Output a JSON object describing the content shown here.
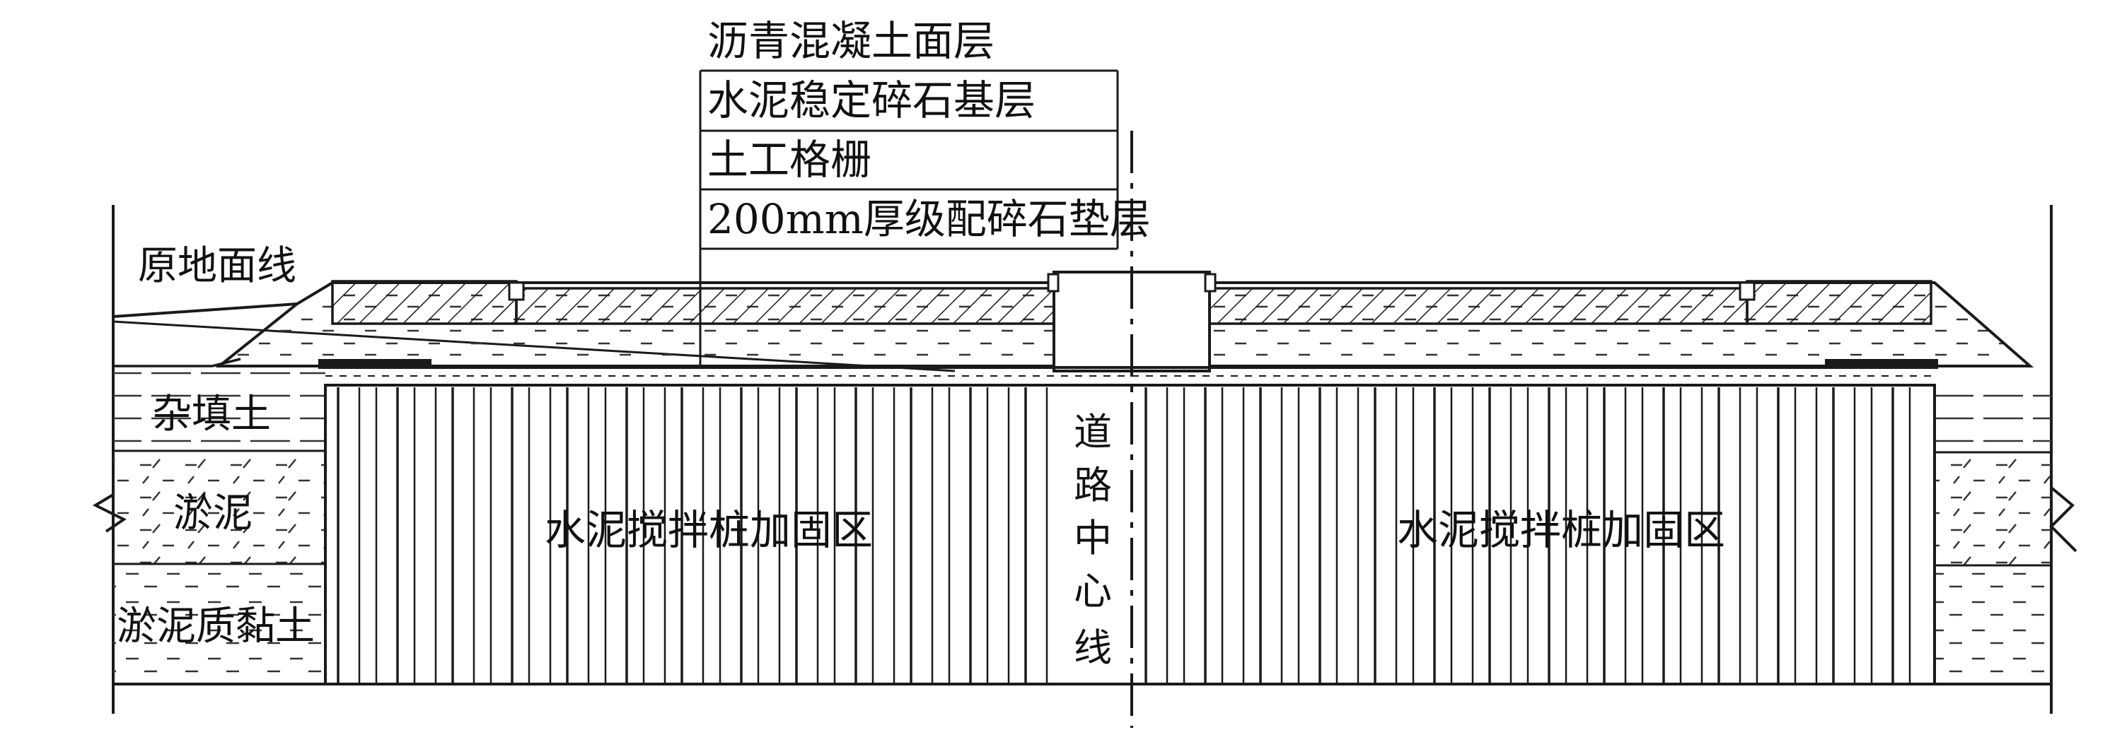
{
  "layers": {
    "asphalt": "沥青混凝土面层",
    "cement_base": "水泥稳定碎石基层",
    "geogrid": "土工格栅",
    "gravel_cushion": "200mm厚级配碎石垫层"
  },
  "ground": {
    "original_line": "原地面线"
  },
  "soils": {
    "fill": "杂填土",
    "silt": "淤泥",
    "silty_clay": "淤泥质黏土"
  },
  "zones": {
    "left": "水泥搅拌桩加固区",
    "right": "水泥搅拌桩加固区"
  },
  "centerline": [
    "道",
    "路",
    "中",
    "心",
    "线"
  ]
}
